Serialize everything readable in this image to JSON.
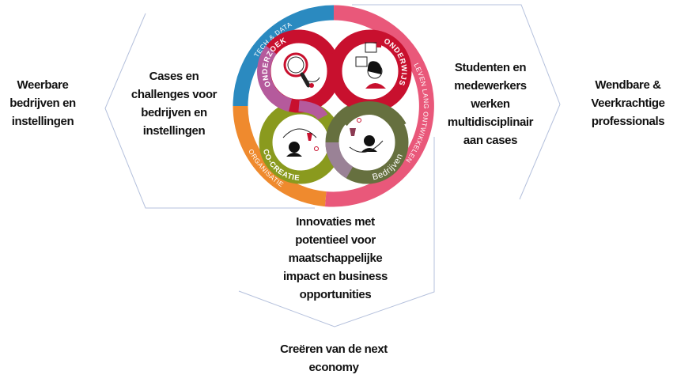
{
  "left_outer": [
    "Weerbare",
    "bedrijven en",
    "instellingen"
  ],
  "left_inner": [
    "Cases en",
    "challenges voor",
    "bedrijven en",
    "instellingen"
  ],
  "right_inner": [
    "Studenten en",
    "medewerkers",
    "werken",
    "multidisciplinair",
    "aan cases"
  ],
  "right_outer": [
    "Wendbare &",
    "Veerkrachtige",
    "professionals"
  ],
  "bottom_inner": [
    "Innovaties met",
    "potentieel voor",
    "maatschappelijke",
    "impact en business",
    "opportunities"
  ],
  "bottom_outer": [
    "Creëren van de next",
    "economy"
  ],
  "wheel": {
    "ring": {
      "tech_data": "TECH & DATA",
      "leven_lang": "LEVEN LANG ONTWIKKELEN",
      "organisatie": "ORGANISATIE"
    },
    "loops": {
      "onderzoek": "ONDERZOEK",
      "onderwijs": "ONDERWIJS",
      "co_creatie": "CO-CREATIE",
      "bedrijven": "Bedrijven"
    }
  },
  "colors": {
    "blue": "#2b8ac0",
    "pink": "#e9587a",
    "orange": "#ef8a2e",
    "red": "#c8102e",
    "purple": "#b55a9c",
    "olive": "#8a9a1e",
    "darkolive": "#66703f",
    "line": "#b4c0dc"
  }
}
